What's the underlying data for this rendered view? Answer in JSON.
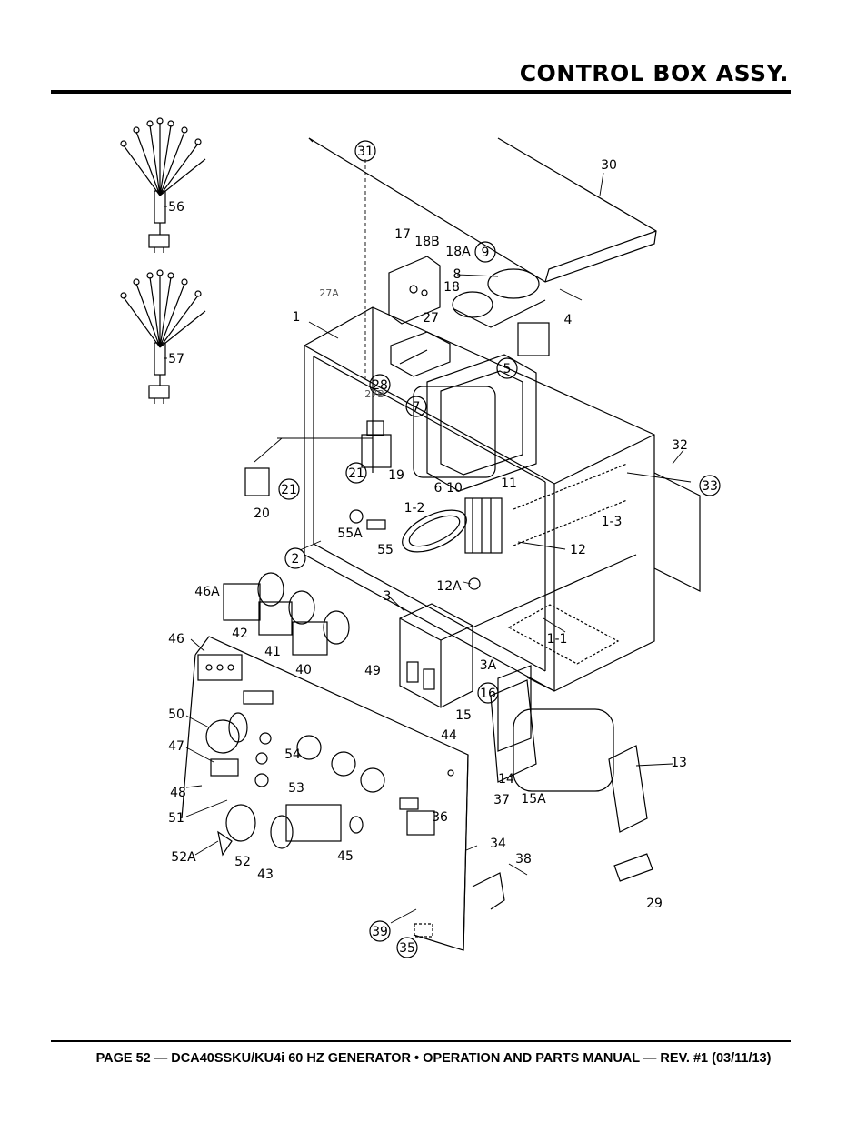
{
  "header": {
    "title": "CONTROL BOX ASSY."
  },
  "footer": {
    "text": "PAGE 52 — DCA40SSKU/KU4i 60 HZ GENERATOR • OPERATION AND PARTS MANUAL — REV. #1 (03/11/13)"
  },
  "callouts": {
    "c31": "31",
    "c30": "30",
    "c17": "17",
    "c18B": "18B",
    "c18A": "18A",
    "c9": "9",
    "c8": "8",
    "c18": "18",
    "c27A": "27A",
    "c27": "27",
    "c1": "1",
    "c4": "4",
    "c5": "5",
    "c28": "28",
    "c27B": "27B",
    "c7": "7",
    "c32": "32",
    "c33": "33",
    "c21a": "21",
    "c19": "19",
    "c6": "6",
    "c10": "10",
    "c11": "11",
    "c21b": "21",
    "c20": "20",
    "c1_3": "1-3",
    "c1_2": "1-2",
    "c55A": "55A",
    "c55": "55",
    "c12": "12",
    "c2": "2",
    "c12A": "12A",
    "c46A": "46A",
    "c3": "3",
    "c42": "42",
    "c41": "41",
    "c40": "40",
    "c1_1": "1-1",
    "c46": "46",
    "c3A": "3A",
    "c49": "49",
    "c16": "16",
    "c50": "50",
    "c15": "15",
    "c44": "44",
    "c47": "47",
    "c54": "54",
    "c14": "14",
    "c13": "13",
    "c48": "48",
    "c53": "53",
    "c37": "37",
    "c15A": "15A",
    "c51": "51",
    "c36": "36",
    "c52A": "52A",
    "c52": "52",
    "c43": "43",
    "c45": "45",
    "c34": "34",
    "c38": "38",
    "c29": "29",
    "c39": "39",
    "c35": "35",
    "c56": "56",
    "c57": "57"
  }
}
